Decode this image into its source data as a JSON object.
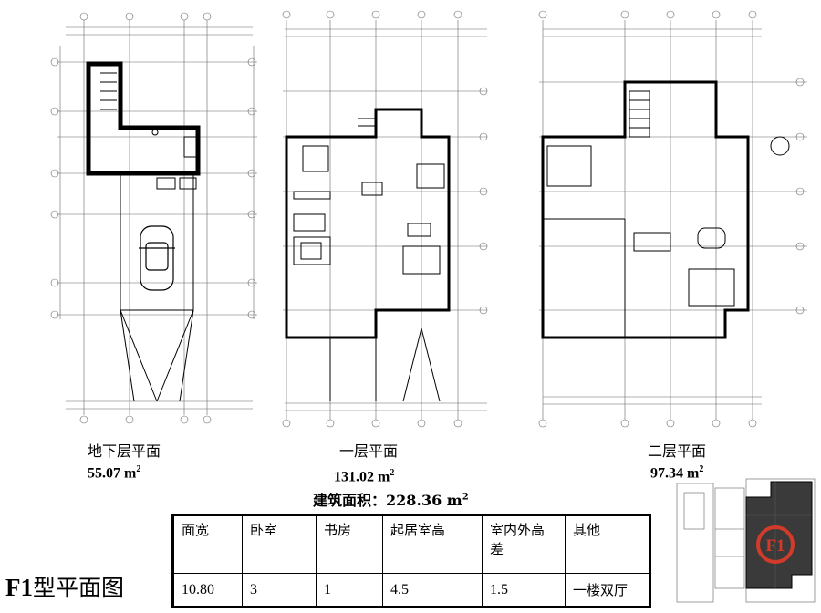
{
  "plans": {
    "basement": {
      "title": "地下层平面",
      "area": "55.07 m",
      "unit_sup": "2"
    },
    "first": {
      "title": "一层平面",
      "area": "131.02 m",
      "unit_sup": "2"
    },
    "second": {
      "title": "二层平面",
      "area": "97.34 m",
      "unit_sup": "2"
    }
  },
  "total_area": {
    "label": "建筑面积：228.36 m",
    "unit_sup": "2"
  },
  "type_title": {
    "code": "F1",
    "text": "型平面图"
  },
  "spec_table": {
    "headers": [
      "面宽",
      "卧室",
      "书房",
      "起居室高",
      "室内外高差",
      "其他"
    ],
    "values": [
      "10.80",
      "3",
      "1",
      "4.5",
      "1.5",
      "一楼双厅"
    ]
  },
  "keymap": {
    "label": "F1",
    "highlight_color": "#3a3a3a",
    "marker_color": "#d23a2a"
  }
}
